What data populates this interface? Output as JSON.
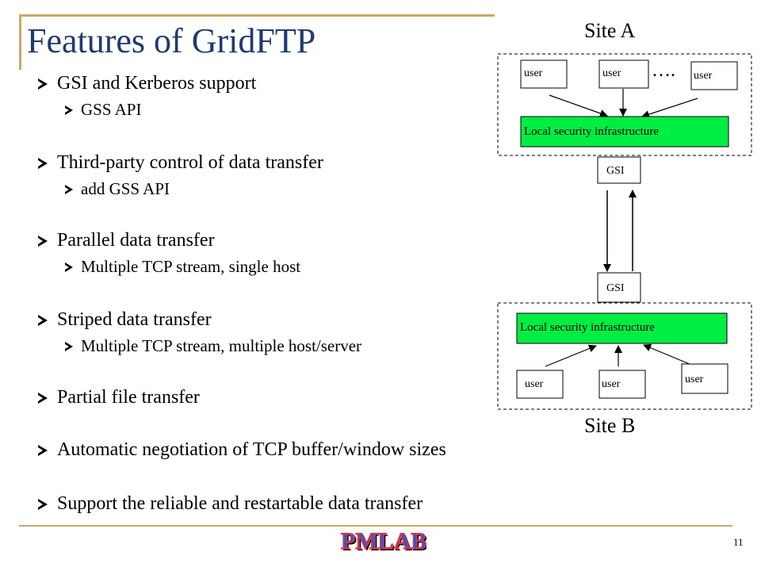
{
  "slide": {
    "title": "Features of GridFTP",
    "page_number": "11",
    "logo_text": "PMLAB"
  },
  "bullets": [
    {
      "text": "GSI and Kerberos support",
      "level": 1
    },
    {
      "text": "GSS API",
      "level": 2
    },
    {
      "text": "Third-party control of data transfer",
      "level": 1
    },
    {
      "text": "add GSS API",
      "level": 2
    },
    {
      "text": "Parallel data transfer",
      "level": 1
    },
    {
      "text": "Multiple TCP stream, single host",
      "level": 2
    },
    {
      "text": "Striped data transfer",
      "level": 1
    },
    {
      "text": "Multiple TCP stream, multiple host/server",
      "level": 2
    },
    {
      "text": "Partial file transfer",
      "level": 1
    },
    {
      "text": "Automatic negotiation of TCP buffer/window sizes",
      "level": 1
    },
    {
      "text": "Support the reliable and restartable data transfer",
      "level": 1
    }
  ],
  "diagram": {
    "site_a_label": "Site A",
    "site_b_label": "Site B",
    "user_label": "user",
    "ellipsis": "….",
    "local_security_label": "Local security infrastructure",
    "gsi_label": "GSI",
    "security_color": "#00ee44"
  }
}
